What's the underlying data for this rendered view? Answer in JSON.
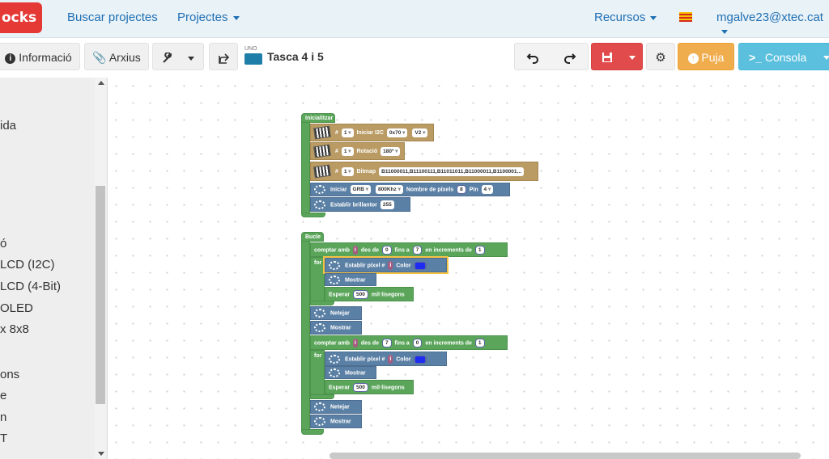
{
  "nav": {
    "logo_text": "ocks",
    "links": [
      "Buscar projectes",
      "Projectes"
    ],
    "resources": "Recursos",
    "user": "mgalve23@xtec.cat"
  },
  "toolbar": {
    "info": "Informació",
    "archive": "Arxius",
    "board_label": "UNO",
    "project_title": "Tasca 4 i 5",
    "upload": "Puja",
    "console": "Consola"
  },
  "sidebar": {
    "items": [
      "ida",
      "ó",
      "LCD (I2C)",
      "LCD (4-Bit)",
      "OLED",
      "x 8x8",
      "ons",
      "e",
      "n",
      "T"
    ]
  },
  "blocks": {
    "init": {
      "title": "Inicialitzar",
      "matrix1": {
        "hash": "#",
        "n": "1",
        "label": "Iniciar I2C",
        "addr": "0x70",
        "ver": "V2"
      },
      "matrix2": {
        "hash": "#",
        "n": "1",
        "label": "Rotació",
        "value": "180º"
      },
      "matrix3": {
        "hash": "#",
        "n": "1",
        "label": "Bitmap",
        "value": "B11000011,B11100111,B11011011,B11000011,B1100001..."
      },
      "neo_init": {
        "label": "Iniciar",
        "type": "GRB",
        "freq": "800Khz",
        "pix_label": "Nombre de píxels",
        "pixels": "8",
        "pin_label": "Pin",
        "pin": "4"
      },
      "brightness": {
        "label": "Establir brillantor",
        "value": "255"
      }
    },
    "loop": {
      "title": "Bucle",
      "for1": {
        "label": "comptar amb",
        "var": "i",
        "from_label": "des de",
        "from": "0",
        "to_label": "fins a",
        "to": "7",
        "step_label": "en increments de",
        "step": "1",
        "do": "for"
      },
      "set1": {
        "label": "Establir píxel #",
        "var": "i",
        "color_label": "Color"
      },
      "show1": "Mostrar",
      "wait1": {
        "label": "Esperar",
        "value": "500",
        "unit": "mil·lisegons"
      },
      "clear1": "Netejar",
      "show2": "Mostrar",
      "for2": {
        "label": "comptar amb",
        "var": "i",
        "from_label": "des de",
        "from": "7",
        "to_label": "fins a",
        "to": "0",
        "step_label": "en increments de",
        "step": "1",
        "do": "for"
      },
      "set2": {
        "label": "Establir píxel #",
        "var": "i",
        "color_label": "Color"
      },
      "show3": "Mostrar",
      "wait2": {
        "label": "Esperar",
        "value": "500",
        "unit": "mil·lisegons"
      },
      "clear2": "Netejar",
      "show4": "Mostrar"
    }
  },
  "colors": {
    "accent": "#1f6fb5",
    "save": "#e24b4b",
    "upload": "#f0ad4e",
    "console": "#5bc0de",
    "block_green": "#5ba55b",
    "block_brown": "#b99b63",
    "block_blue": "#5b80a5"
  }
}
